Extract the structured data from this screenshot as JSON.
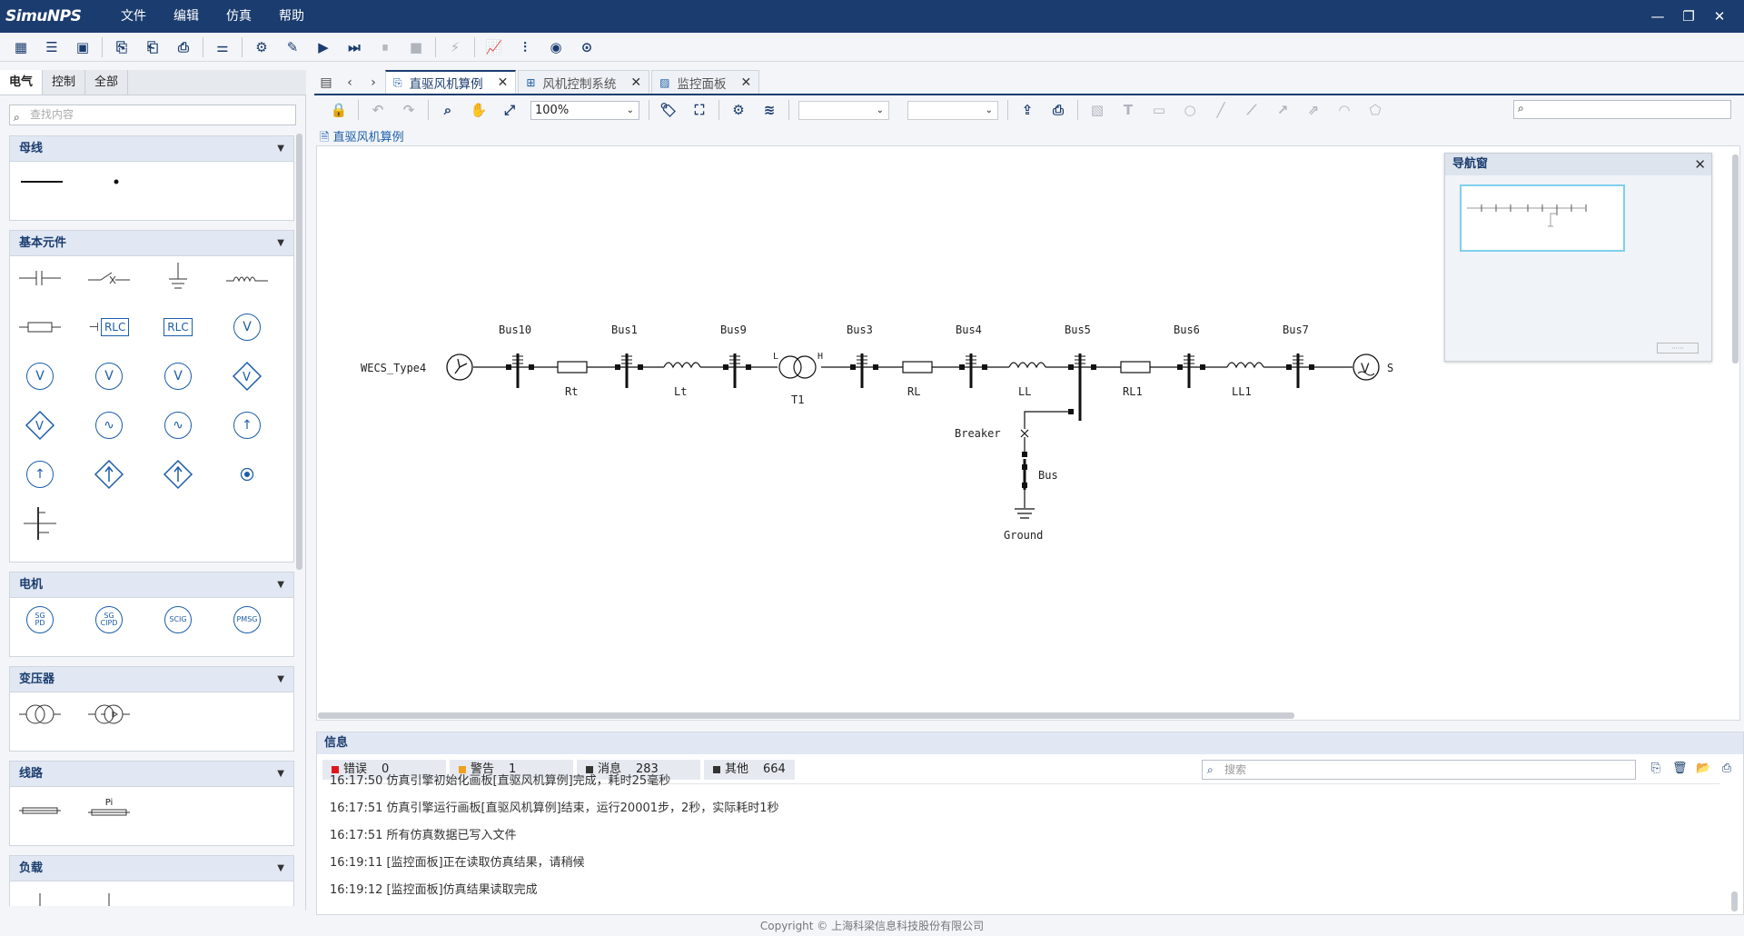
{
  "app": {
    "logo": "SimuNPS",
    "menu": [
      "文件",
      "编辑",
      "仿真",
      "帮助"
    ],
    "window_controls": [
      "minimize-icon",
      "restore-icon",
      "close-icon"
    ]
  },
  "left_panel": {
    "tabs": [
      "电气",
      "控制",
      "全部"
    ],
    "search_placeholder": "查找内容",
    "categories": [
      "母线",
      "基本元件",
      "电机",
      "变压器",
      "线路",
      "负载"
    ],
    "labels": {
      "rlc": "RLC",
      "v": "V",
      "sg_pd": [
        "SG",
        "PD"
      ],
      "sg_cipd": [
        "SG",
        "CIPD"
      ],
      "scig": "SCIG",
      "pmsg": "PMSG",
      "pi": "Pi"
    }
  },
  "editor": {
    "tabs": [
      "直驱风机算例",
      "风机控制系统",
      "监控面板"
    ],
    "zoom": "100%",
    "breadcrumb": "直驱风机算例"
  },
  "schematic": {
    "source": "WECS_Type4",
    "buses": [
      "Bus10",
      "Bus1",
      "Bus9",
      "Bus3",
      "Bus4",
      "Bus5",
      "Bus6",
      "Bus7"
    ],
    "components": [
      "Rt",
      "Lt",
      "T1",
      "RL",
      "LL",
      "RL1",
      "LL1"
    ],
    "transformer_terminals": [
      "L",
      "H"
    ],
    "end_source": "S",
    "breaker": "Breaker",
    "branch_bus": "Bus",
    "ground": "Ground"
  },
  "nav_window": {
    "title": "导航窗"
  },
  "info": {
    "title": "信息",
    "filters": [
      {
        "label": "错误",
        "count": "0",
        "color": "#e0151b"
      },
      {
        "label": "警告",
        "count": "1",
        "color": "#f0a020"
      },
      {
        "label": "消息",
        "count": "283",
        "color": "#333333"
      },
      {
        "label": "其他",
        "count": "664",
        "color": "#333333"
      }
    ],
    "search_placeholder": "搜索",
    "logs": [
      "16:17:50 仿真引擎初始化画板[直驱风机算例]完成，耗时25毫秒",
      "16:17:51 仿真引擎运行画板[直驱风机算例]结束，运行20001步，2秒，实际耗时1秒",
      "16:17:51 所有仿真数据已写入文件",
      "16:19:11 [监控面板]正在读取仿真结果，请稍候",
      "16:19:12 [监控面板]仿真结果读取完成"
    ]
  },
  "footer": "Copyright © 上海科梁信息科技股份有限公司",
  "colors": {
    "titlebar": "#1b3c6e",
    "accent": "#1b5da8"
  }
}
